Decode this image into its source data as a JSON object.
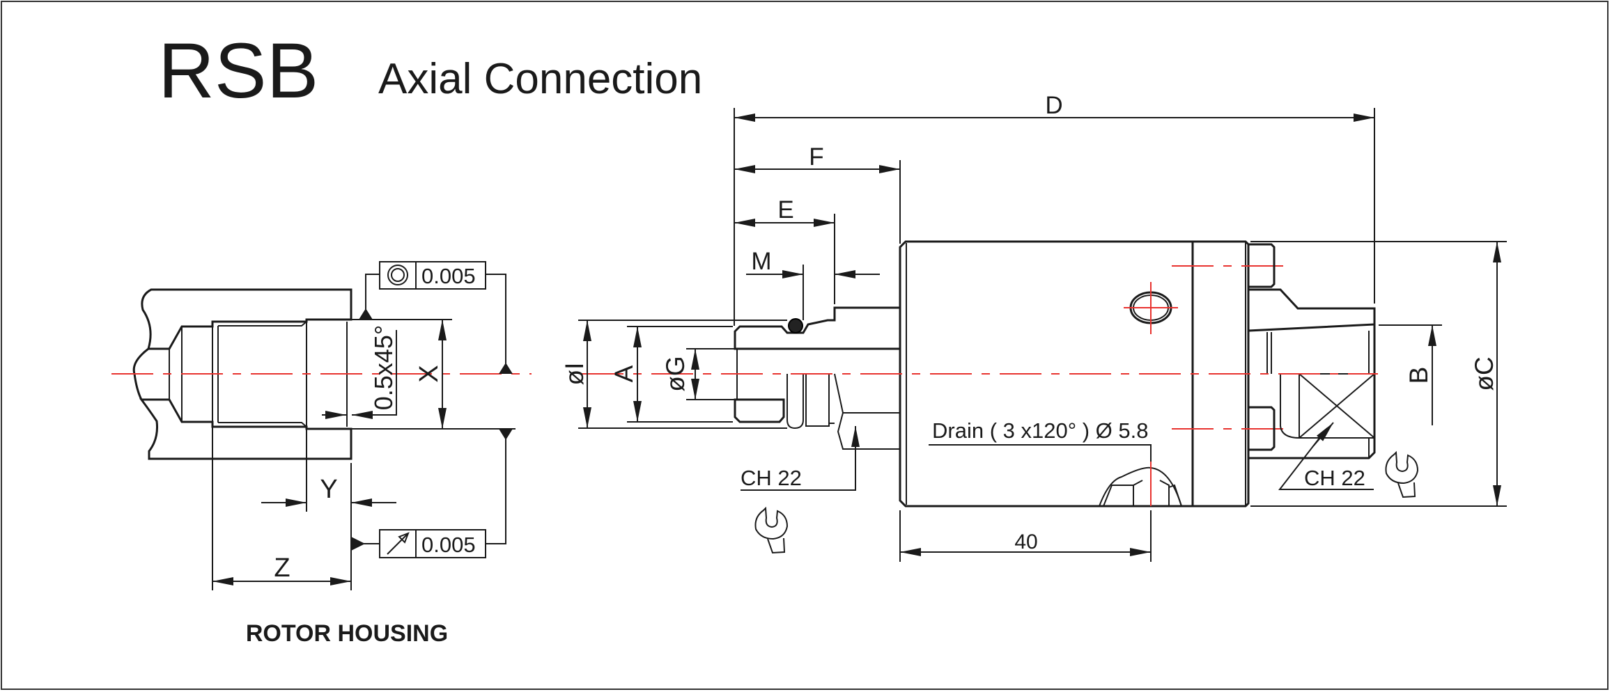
{
  "title": "RSB",
  "subtitle": "Axial Connection",
  "colors": {
    "line": "#1a1a1a",
    "centerline": "#e8322e",
    "background": "#ffffff"
  },
  "rotor_housing": {
    "label": "ROTOR HOUSING",
    "dims": {
      "x": "X",
      "y": "Y",
      "z": "Z"
    },
    "chamfer": "0.5x45°",
    "concentricity": {
      "icon": "concentricity-icon",
      "value": "0.005"
    },
    "runout": {
      "icon": "circular-runout-icon",
      "value": "0.005"
    }
  },
  "connection": {
    "dims": {
      "d": "D",
      "f": "F",
      "e": "E",
      "m": "M",
      "i": "øI",
      "a": "A",
      "g": "øG",
      "b": "B",
      "c": "øC"
    },
    "drain": "Drain ( 3 x120° ) Ø 5.8",
    "drain_offset": "40",
    "wrench_left": {
      "label": "CH 22",
      "icon": "wrench-icon"
    },
    "wrench_right": {
      "label": "CH 22",
      "icon": "wrench-icon"
    }
  }
}
